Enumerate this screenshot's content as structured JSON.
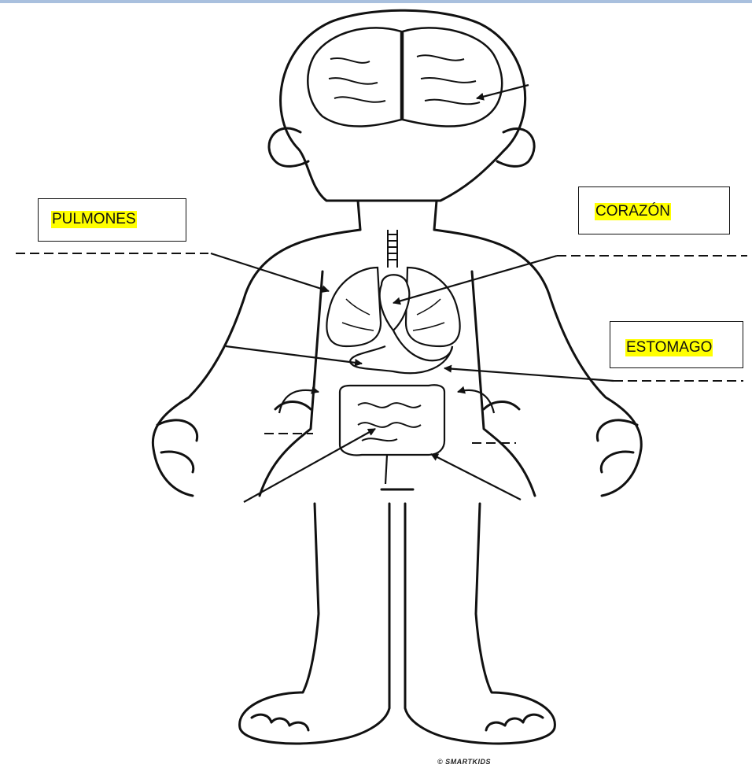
{
  "labels": {
    "pulmones": "PULMONES",
    "corazon": "CORAZÓN",
    "estomago": "ESTOMAGO"
  },
  "credit": "© SMARTKIDS",
  "colors": {
    "highlight": "#ffff00",
    "line": "#111111",
    "top_border": "#a9c0de"
  }
}
